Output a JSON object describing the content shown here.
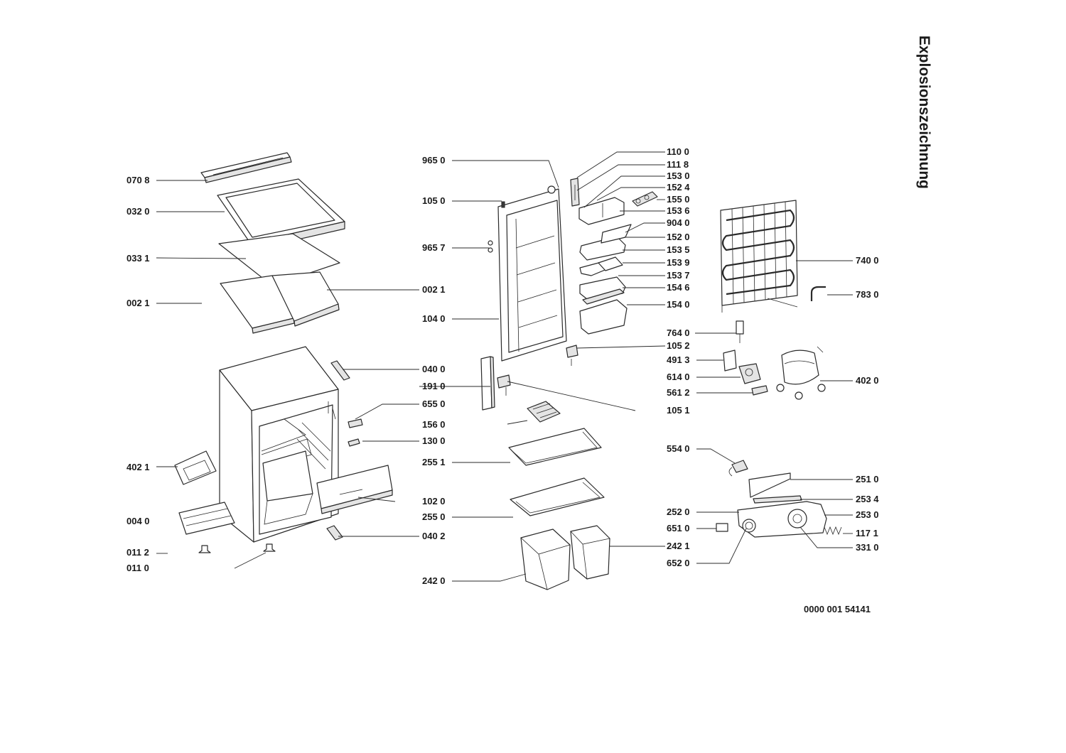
{
  "title": "Explosionszeichnung",
  "document_code": "0000 001 54141",
  "callouts": [
    {
      "label": "070 8"
    },
    {
      "label": "032 0"
    },
    {
      "label": "033 1"
    },
    {
      "label": "002 1"
    },
    {
      "label": "402 1"
    },
    {
      "label": "004 0"
    },
    {
      "label": "011 2"
    },
    {
      "label": "011 0"
    },
    {
      "label": "965 0"
    },
    {
      "label": "105 0"
    },
    {
      "label": "965 7"
    },
    {
      "label": "002 1"
    },
    {
      "label": "104 0"
    },
    {
      "label": "040 0"
    },
    {
      "label": "191 0"
    },
    {
      "label": "655 0"
    },
    {
      "label": "156 0"
    },
    {
      "label": "130 0"
    },
    {
      "label": "255 1"
    },
    {
      "label": "102 0"
    },
    {
      "label": "255 0"
    },
    {
      "label": "040 2"
    },
    {
      "label": "242 0"
    },
    {
      "label": "110 0"
    },
    {
      "label": "111 8"
    },
    {
      "label": "153 0"
    },
    {
      "label": "152 4"
    },
    {
      "label": "155 0"
    },
    {
      "label": "153 6"
    },
    {
      "label": "904 0"
    },
    {
      "label": "152 0"
    },
    {
      "label": "153 5"
    },
    {
      "label": "153 9"
    },
    {
      "label": "153 7"
    },
    {
      "label": "154 6"
    },
    {
      "label": "154 0"
    },
    {
      "label": "764 0"
    },
    {
      "label": "105 2"
    },
    {
      "label": "491 3"
    },
    {
      "label": "614 0"
    },
    {
      "label": "561 2"
    },
    {
      "label": "105 1"
    },
    {
      "label": "554 0"
    },
    {
      "label": "252 0"
    },
    {
      "label": "651 0"
    },
    {
      "label": "652 0"
    },
    {
      "label": "242 1"
    },
    {
      "label": "740 0"
    },
    {
      "label": "783 0"
    },
    {
      "label": "402 0"
    },
    {
      "label": "251 0"
    },
    {
      "label": "253 4"
    },
    {
      "label": "253 0"
    },
    {
      "label": "117 1"
    },
    {
      "label": "331 0"
    }
  ]
}
